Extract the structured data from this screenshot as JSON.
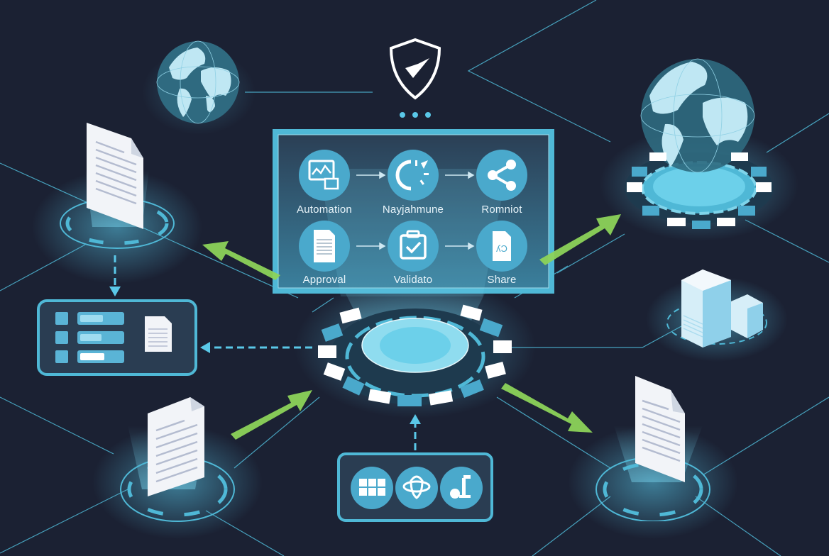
{
  "colors": {
    "background": "#1b2133",
    "line": "#4fb8d6",
    "accent": "#5ac8e8",
    "icon_circle": "#4aa9cc",
    "arrow_green": "#8cd35a",
    "panel": "#2a4a60",
    "white": "#f2f6fa"
  },
  "workflow_panel": {
    "steps": [
      {
        "label": "Automation",
        "icon": "monitor-chart-icon"
      },
      {
        "label": "Nayjahmune",
        "icon": "gauge-icon"
      },
      {
        "label": "Romniot",
        "icon": "share-nodes-icon"
      },
      {
        "label": "Approval",
        "icon": "document-icon"
      },
      {
        "label": "Validato",
        "icon": "clipboard-check-icon"
      },
      {
        "label": "Share",
        "icon": "file-code-icon"
      }
    ]
  },
  "security": {
    "icon": "shield-check-icon",
    "dots": 3
  },
  "nodes": {
    "globe_small": "globe-icon",
    "globe_large": "globe-icon",
    "buildings": "buildings-icon",
    "documents": [
      "document-top-left",
      "document-bottom-left",
      "document-bottom-right"
    ]
  },
  "form_card": {
    "rows": [
      {
        "icon": "chart-icon"
      },
      {
        "icon": "user-icon"
      },
      {
        "icon": "image-icon"
      }
    ]
  },
  "tools_card": {
    "icons": [
      "grid-icon",
      "planet-icon",
      "microscope-icon"
    ]
  }
}
